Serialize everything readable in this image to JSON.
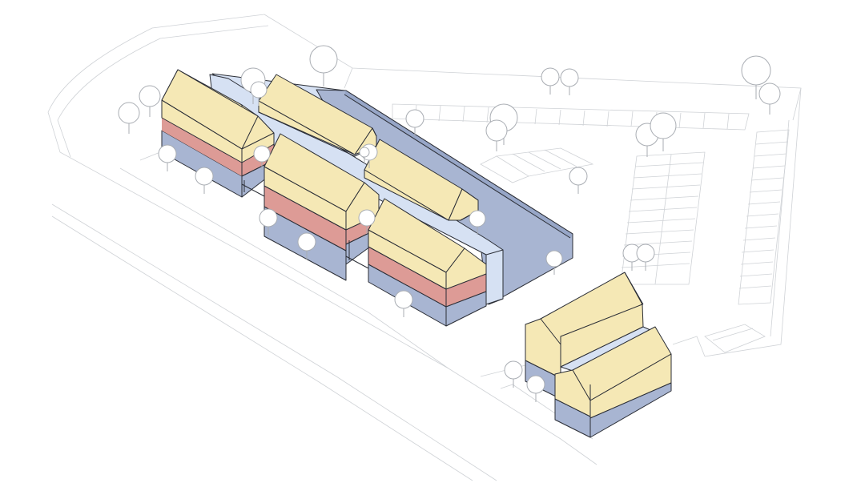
{
  "diagram": {
    "kind": "isometric-massing",
    "colors": {
      "roof": "#f5e8b5",
      "roof_shade": "#ecdca0",
      "residential": "#f5e8b5",
      "mixed": "#dd9b96",
      "commercial": "#a8b5d2",
      "commercial_dark": "#97a6c7",
      "link": "#d6e1f3",
      "context_line": "#cfd2d6",
      "outline": "#2b2e36"
    },
    "blocks": {
      "main": {
        "bands": [
          "residential",
          "mixed",
          "commercial"
        ]
      },
      "annex": {
        "bands": [
          "residential",
          "commercial"
        ]
      }
    },
    "trees_count": 30
  }
}
